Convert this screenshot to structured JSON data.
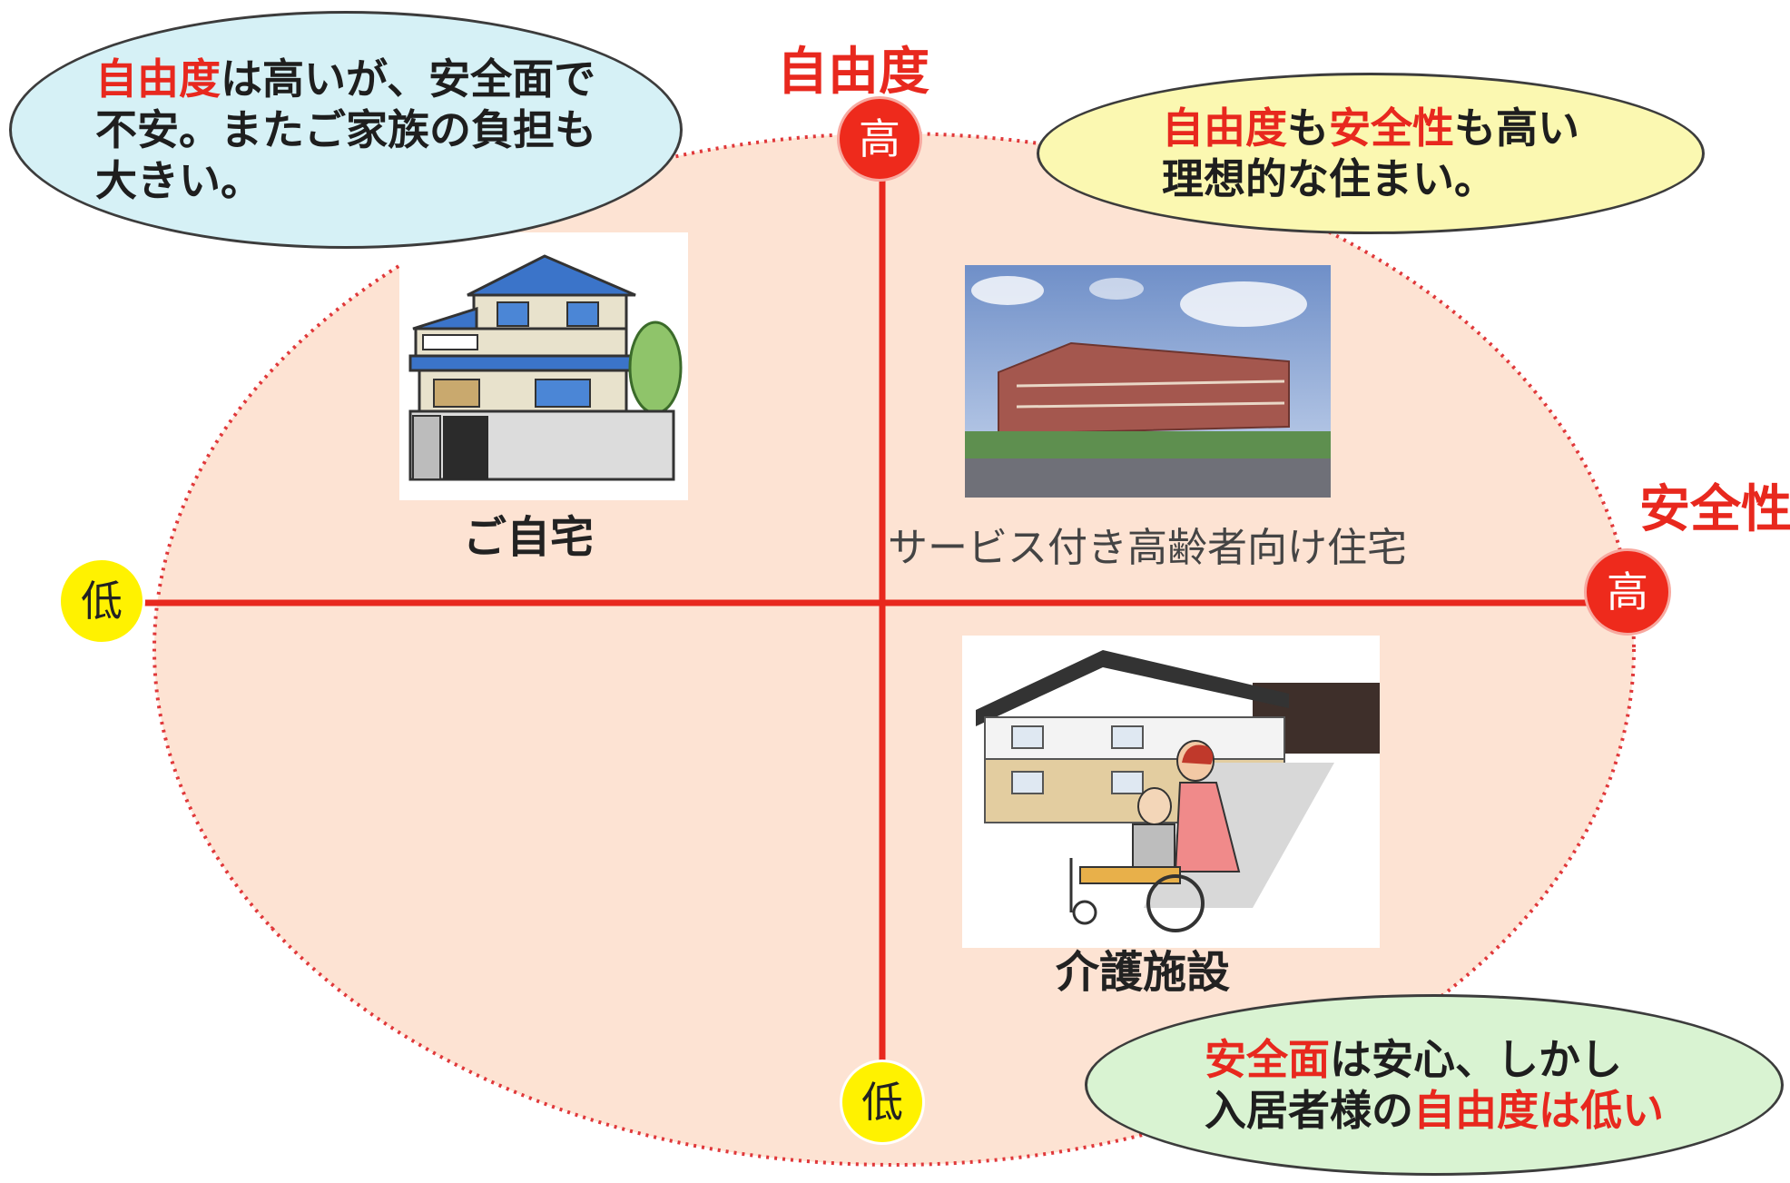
{
  "axes": {
    "freedom": {
      "title": "自由度",
      "high": "高",
      "low": "低"
    },
    "safety": {
      "title": "安全性",
      "high": "高",
      "low": "低"
    }
  },
  "items": {
    "home": "ご自宅",
    "elderly_housing": "サービス付き高齢者向け住宅",
    "care_facility": "介護施設"
  },
  "bubbles": {
    "top_left": {
      "color": "#d6f1f6",
      "lines": [
        [
          {
            "text": "自由度",
            "highlight": true
          },
          {
            "text": "は高いが、安全面で",
            "highlight": false
          }
        ],
        [
          {
            "text": "不安。またご家族の負担も",
            "highlight": false
          }
        ],
        [
          {
            "text": "大きい。",
            "highlight": false
          }
        ]
      ]
    },
    "top_right": {
      "color": "#fbf8b1",
      "lines": [
        [
          {
            "text": "自由度",
            "highlight": true
          },
          {
            "text": "も",
            "highlight": false
          },
          {
            "text": "安全性",
            "highlight": true
          },
          {
            "text": "も高い",
            "highlight": false
          }
        ],
        [
          {
            "text": "理想的な住まい。",
            "highlight": false
          }
        ]
      ]
    },
    "bottom_right": {
      "color": "#d9f3d2",
      "lines": [
        [
          {
            "text": "安全面",
            "highlight": true
          },
          {
            "text": "は安心、しかし",
            "highlight": false
          }
        ],
        [
          {
            "text": "入居者様の",
            "highlight": false
          },
          {
            "text": "自由度は低い",
            "highlight": true
          }
        ]
      ]
    }
  },
  "colors": {
    "axis": "#e8281e",
    "ellipse_fill": "#fde3d3",
    "high_node": "#ee2a1c",
    "low_node": "#fff200",
    "highlight_text": "#e8281e"
  }
}
